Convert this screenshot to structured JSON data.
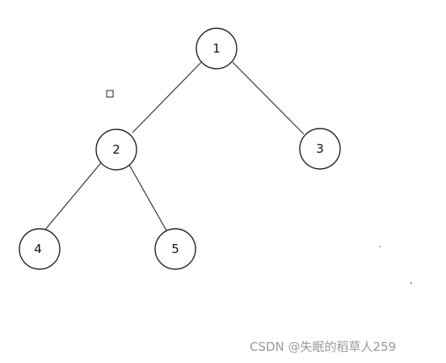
{
  "diagram": {
    "nodes": [
      {
        "id": "n1",
        "label": "1"
      },
      {
        "id": "n2",
        "label": "2"
      },
      {
        "id": "n3",
        "label": "3"
      },
      {
        "id": "n4",
        "label": "4"
      },
      {
        "id": "n5",
        "label": "5"
      }
    ],
    "edges": [
      {
        "from": "n1",
        "to": "n2"
      },
      {
        "from": "n1",
        "to": "n3"
      },
      {
        "from": "n2",
        "to": "n4"
      },
      {
        "from": "n2",
        "to": "n5"
      }
    ]
  },
  "watermark": {
    "text": "CSDN @失眠的稻草人259"
  }
}
